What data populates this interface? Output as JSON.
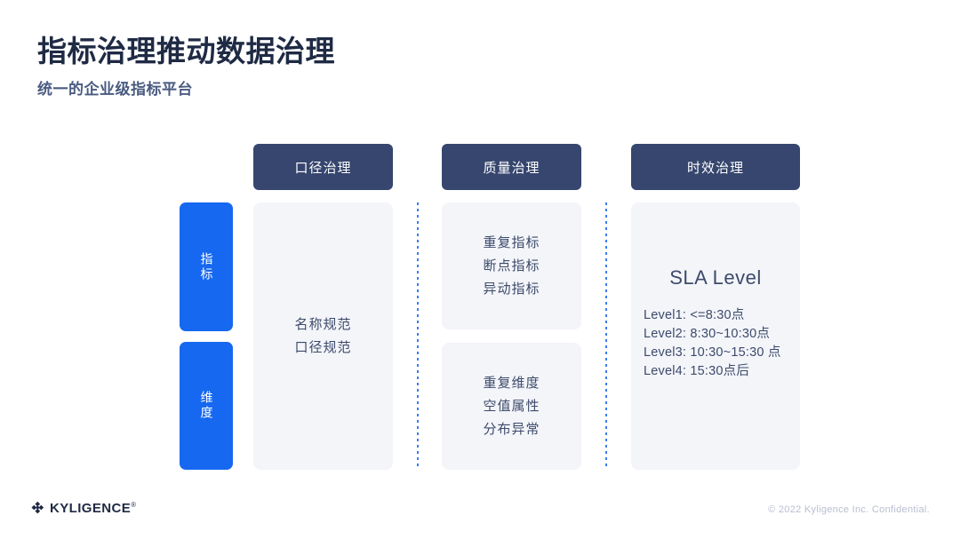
{
  "header": {
    "title": "指标治理推动数据治理",
    "subtitle": "统一的企业级指标平台"
  },
  "colors": {
    "navy_header": "#36466e",
    "accent_blue": "#1668f0",
    "panel_bg": "#f3f5f9",
    "body_text": "#3d4a6b",
    "title_text": "#1f2a44",
    "subtitle_text": "#4a5b80",
    "divider_blue": "#3b7cf0",
    "footer_text": "#b9bed1"
  },
  "diagram": {
    "column_headers": [
      {
        "label": "口径治理"
      },
      {
        "label": "质量治理"
      },
      {
        "label": "时效治理"
      }
    ],
    "row_tabs": [
      {
        "label": "指标"
      },
      {
        "label": "维度"
      }
    ],
    "scope_panel": {
      "lines": "名称规范\n口径规范"
    },
    "quality_panels": [
      {
        "lines": "重复指标\n断点指标\n异动指标"
      },
      {
        "lines": "重复维度\n空值属性\n分布异常"
      }
    ],
    "sla_panel": {
      "title": "SLA Level",
      "levels": "Level1: <=8:30点\nLevel2: 8:30~10:30点\nLevel3: 10:30~15:30 点\nLevel4: 15:30点后"
    }
  },
  "footer": {
    "logo_text": "KYLIGENCE",
    "logo_trademark": "®",
    "copyright": "© 2022 Kyligence Inc. Confidential."
  }
}
